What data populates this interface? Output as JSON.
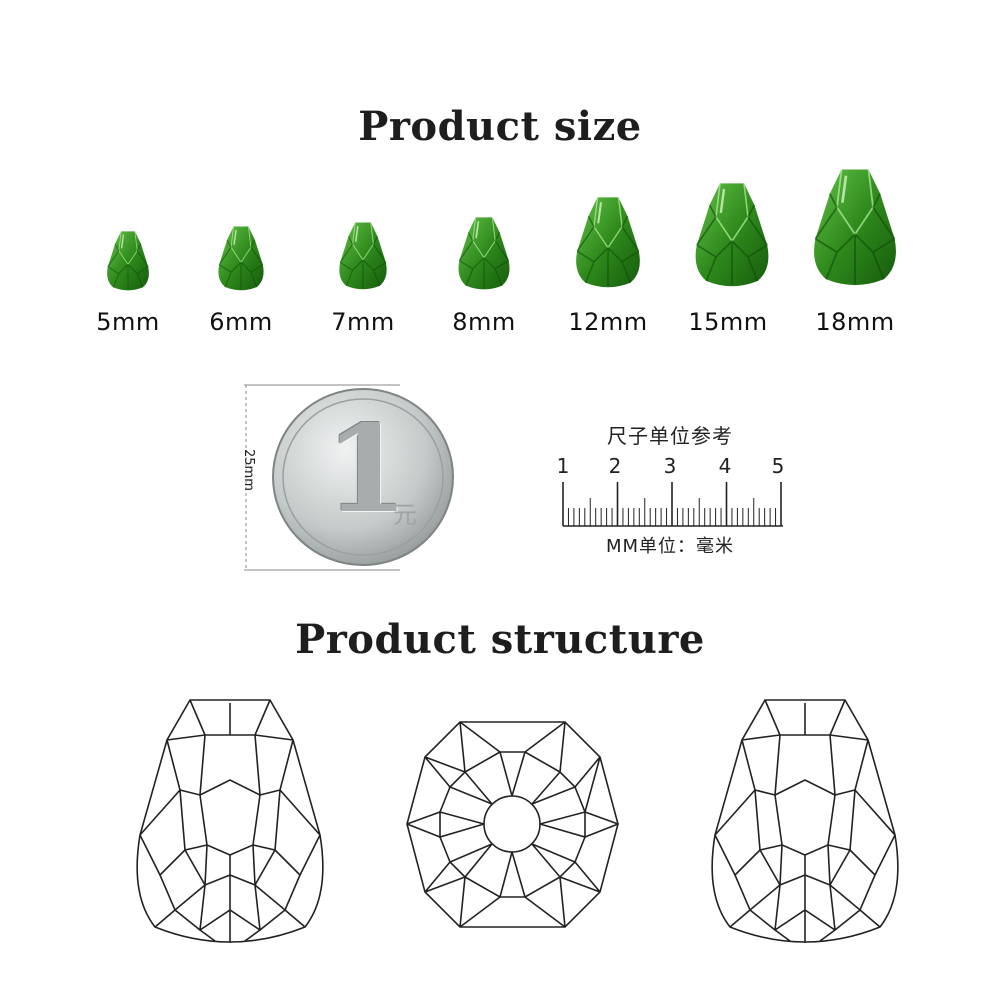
{
  "headings": {
    "size": "Product size",
    "structure": "Product structure"
  },
  "bead_color": "#2f8a1c",
  "sizes": [
    {
      "label": "5mm",
      "mm": 5
    },
    {
      "label": "6mm",
      "mm": 6
    },
    {
      "label": "7mm",
      "mm": 7
    },
    {
      "label": "8mm",
      "mm": 8
    },
    {
      "label": "12mm",
      "mm": 12
    },
    {
      "label": "15mm",
      "mm": 15
    },
    {
      "label": "18mm",
      "mm": 18
    }
  ],
  "coin": {
    "dimension_label": "25mm",
    "denomination": "1",
    "unit_text": "元"
  },
  "ruler": {
    "title": "尺子单位参考",
    "numbers": [
      "1",
      "2",
      "3",
      "4",
      "5"
    ],
    "unit_label": "MM单位：毫米"
  },
  "structure_views": [
    "side-view",
    "top-view",
    "side-view"
  ]
}
